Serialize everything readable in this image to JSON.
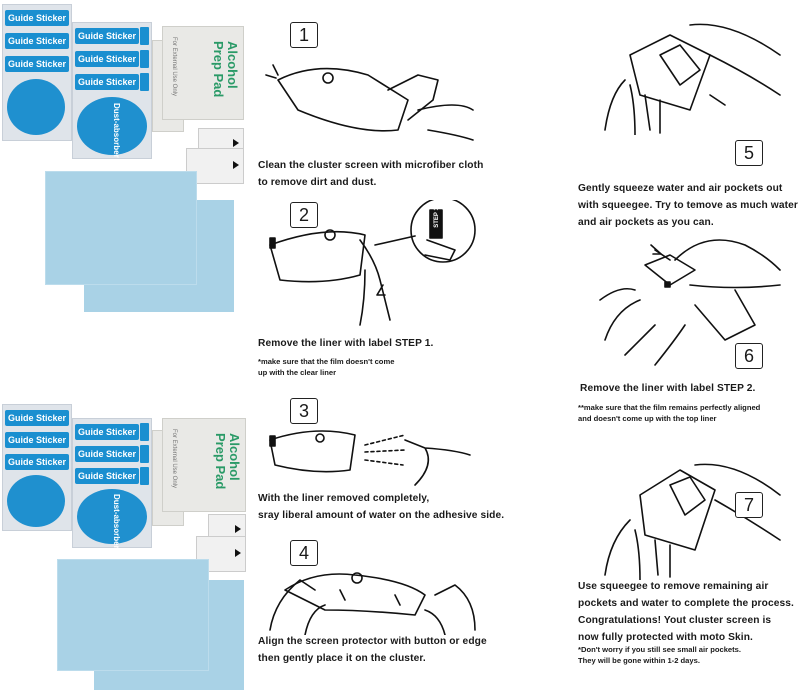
{
  "kit": {
    "guide_sticker": "Guide Sticker",
    "dust_absorber": "Dust-absorber",
    "pad_title_1": "Alcohol",
    "pad_title_2": "Prep Pad",
    "pad_external": "For External Use Only",
    "colors": {
      "sticker_blue": "#1a8fd0",
      "cloth_blue": "#a9d2e6",
      "pad_green": "#2a9a67"
    }
  },
  "steps": [
    {
      "number": "1",
      "text_lines": [
        "Clean the cluster screen with microfiber cloth",
        "to remove dirt and dust."
      ]
    },
    {
      "number": "2",
      "text_lines": [
        "Remove the liner with label STEP 1."
      ],
      "note_lines": [
        "*make  sure that the film doesn't come",
        "up with the clear liner"
      ],
      "callout_label": "STEP 1"
    },
    {
      "number": "3",
      "text_lines": [
        "With the liner removed completely,",
        "sray liberal amount of water on the adhesive side."
      ]
    },
    {
      "number": "4",
      "text_lines": [
        "Align the screen protector with button or edge",
        "then gently place it on the cluster."
      ]
    },
    {
      "number": "5",
      "text_lines": [
        "Gently squeeze water and air pockets out",
        "with squeegee. Try to temove as much water",
        "and air pockets as you can."
      ]
    },
    {
      "number": "6",
      "text_lines": [
        "Remove the liner with label STEP 2."
      ],
      "note_lines": [
        "**make  sure that the film remains perfectly aligned",
        "and doesn't come up with the top liner"
      ]
    },
    {
      "number": "7",
      "text_lines": [
        "Use squeegee to remove remaining air",
        "pockets and water to complete the process.",
        "Congratulations! Yout cluster screen is",
        "now fully protected with moto Skin."
      ],
      "note_lines": [
        "*Don't worry if you still see small air pockets.",
        "They will be gone within 1-2 days."
      ]
    }
  ]
}
